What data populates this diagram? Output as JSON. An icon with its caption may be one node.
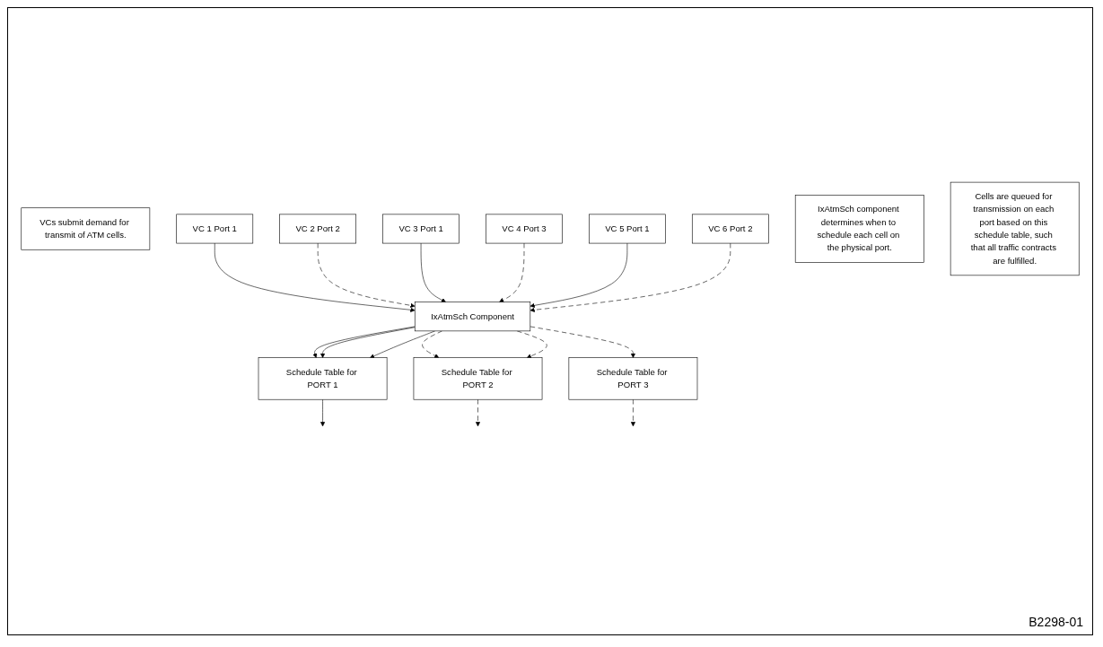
{
  "diagram": {
    "nodes": [
      {
        "text": [
          "VCs submit demand for transmit of ATM cells."
        ]
      },
      {
        "text": [
          "VC 1 Port 1"
        ]
      },
      {
        "text": [
          "VC 2 Port 2"
        ]
      },
      {
        "text": [
          "VC 3 Port 1"
        ]
      },
      {
        "text": [
          "VC 4 Port 3"
        ]
      },
      {
        "text": [
          "VC 5 Port 1"
        ]
      },
      {
        "text": [
          "VC 6 Port 2"
        ]
      },
      {
        "text": [
          "IxAtmSch component determines when to schedule each cell on the physical port."
        ]
      },
      {
        "text": [
          "IxAtmSch Component"
        ]
      },
      {
        "text": [
          "Cells are queued for transmission on each port based on this schedule table, such that all traffic contracts are fulfilled."
        ]
      },
      {
        "text": [
          "Schedule Table for PORT 1"
        ]
      },
      {
        "text": [
          "Schedule Table for PORT 2"
        ]
      },
      {
        "text": [
          "Schedule Table for PORT 3"
        ]
      }
    ],
    "edges": [
      {
        "from": 1,
        "to": 8,
        "arrow": "to"
      },
      {
        "from": 2,
        "to": 8,
        "arrow": "to",
        "style": "dashed"
      },
      {
        "from": 3,
        "to": 8,
        "arrow": "to"
      },
      {
        "from": 4,
        "to": 8,
        "arrow": "to",
        "style": "dashed"
      },
      {
        "from": 5,
        "to": 8,
        "arrow": "to"
      },
      {
        "from": 6,
        "to": 8,
        "arrow": "to",
        "style": "dashed"
      },
      {
        "from": 8,
        "to": 10,
        "arrow": "to"
      },
      {
        "from": 8,
        "to": 10,
        "arrow": "to"
      },
      {
        "from": 8,
        "to": 10,
        "arrow": "to"
      },
      {
        "from": 8,
        "to": 11,
        "arrow": "to",
        "style": "dashed"
      },
      {
        "from": 8,
        "to": 11,
        "arrow": "to",
        "style": "dashed"
      },
      {
        "from": 8,
        "to": 12,
        "arrow": "to",
        "style": "dashed"
      },
      {
        "from": 10,
        "to": null,
        "arrow": "to"
      },
      {
        "from": 11,
        "to": null,
        "arrow": "to",
        "style": "dashed"
      },
      {
        "from": 12,
        "to": null,
        "arrow": "to",
        "style": "dashed"
      }
    ],
    "labels": [
      "B2298-01"
    ]
  }
}
